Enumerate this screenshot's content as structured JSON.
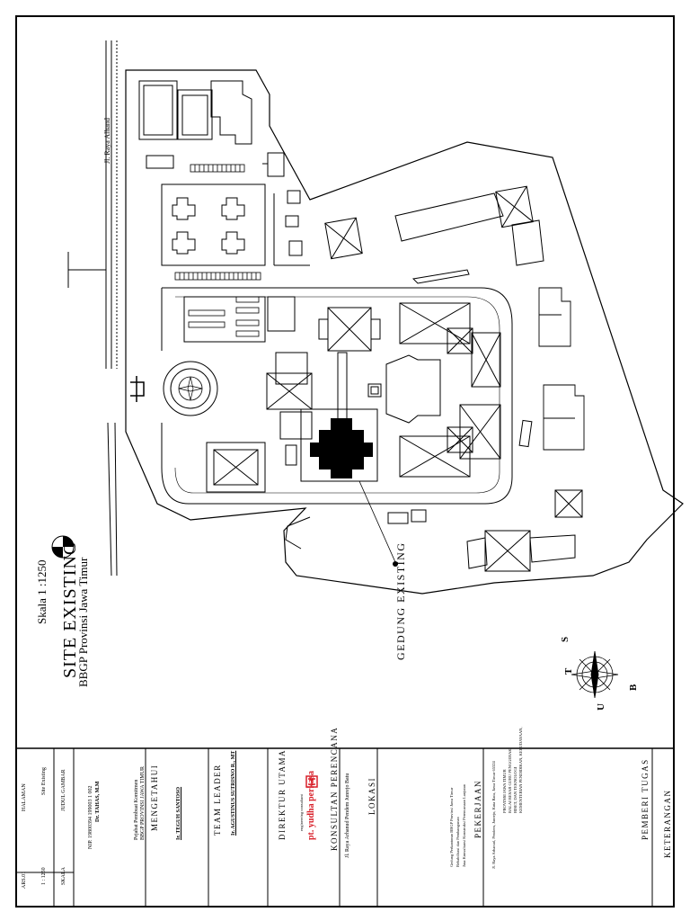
{
  "drawing": {
    "title": "SITE EXISTING",
    "subtitle": "BBGP Provinsi Jawa Timur",
    "scale": "Skala 1 :1250",
    "building_label": "GEDUNG  EXISTING",
    "road_label": "Jl. Raya Alhand",
    "compass": {
      "north": "U",
      "south": "S",
      "east": "T",
      "west": "B"
    }
  },
  "title_block": {
    "header": "KETERANGAN",
    "pemberi_tugas": {
      "title": "PEMBERI  TUGAS",
      "line1": "KEMENTERIAN PENDIDIKAN, KEBUDAYAAN,",
      "line2": "RISET, DAN TEKNOLOGI",
      "line3": "BALAI BESAR GURU PENGGERAK",
      "line4": "PROVINSI JAWA TIMUR",
      "address": "Jl. Raya Arhanud, Pendem, Junrejo, Kota Batu, Jawa Timur 65324"
    },
    "pekerjaan": {
      "title": "PEKERJAAN",
      "line1": "Jasa Konsultansi Konstruksi Perencanaan Lanjutan",
      "line2": "Rehabilitasi dan Pembangunan",
      "line3": "Gedung Perkantoran BBGP Provinsi Jawa Timur"
    },
    "lokasi": {
      "title": "LOKASI",
      "value": "Jl. Raya Arhanud Pendem Junrejo Batu"
    },
    "konsultan": {
      "title": "KONSULTAN  PERENCANA",
      "company": "pt. yudha perkasa",
      "tagline": "engineering consultant"
    },
    "direktur": {
      "title": "DIREKTUR  UTAMA",
      "name": "Ir. AGUSTINUS SUTRISNO R., MT"
    },
    "team_leader": {
      "title": "TEAM  LEADER",
      "name": "Ir. TEGUH SANTOSO"
    },
    "mengetahui": {
      "title": "MENGETAHUI",
      "org1": "BBGP PROVINSI JAWA TIMUR",
      "org2": "Pejabat Pembuat Komitmen",
      "name": "Dr. TAHAS, M.M",
      "nip": "NIP. 19800394 199003 1 002"
    },
    "judul": {
      "label": "JUDUL GAMBAR",
      "value": "Site Existing"
    },
    "skala": {
      "label": "SKALA",
      "value": "1 : 1250"
    },
    "halaman": {
      "label": "HALAMAN",
      "value": "ARS.01"
    }
  }
}
